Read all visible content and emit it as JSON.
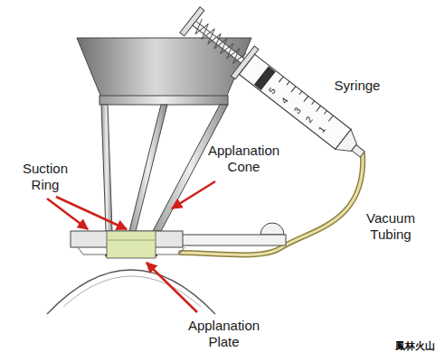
{
  "diagram": {
    "labels": [
      "5",
      "4",
      "3",
      "2",
      "1",
      "Syringe",
      "Applanation Cone",
      "Suction Ring",
      "Vacuum Tubing",
      "Applanation Plate",
      "鳳林火山"
    ]
  }
}
